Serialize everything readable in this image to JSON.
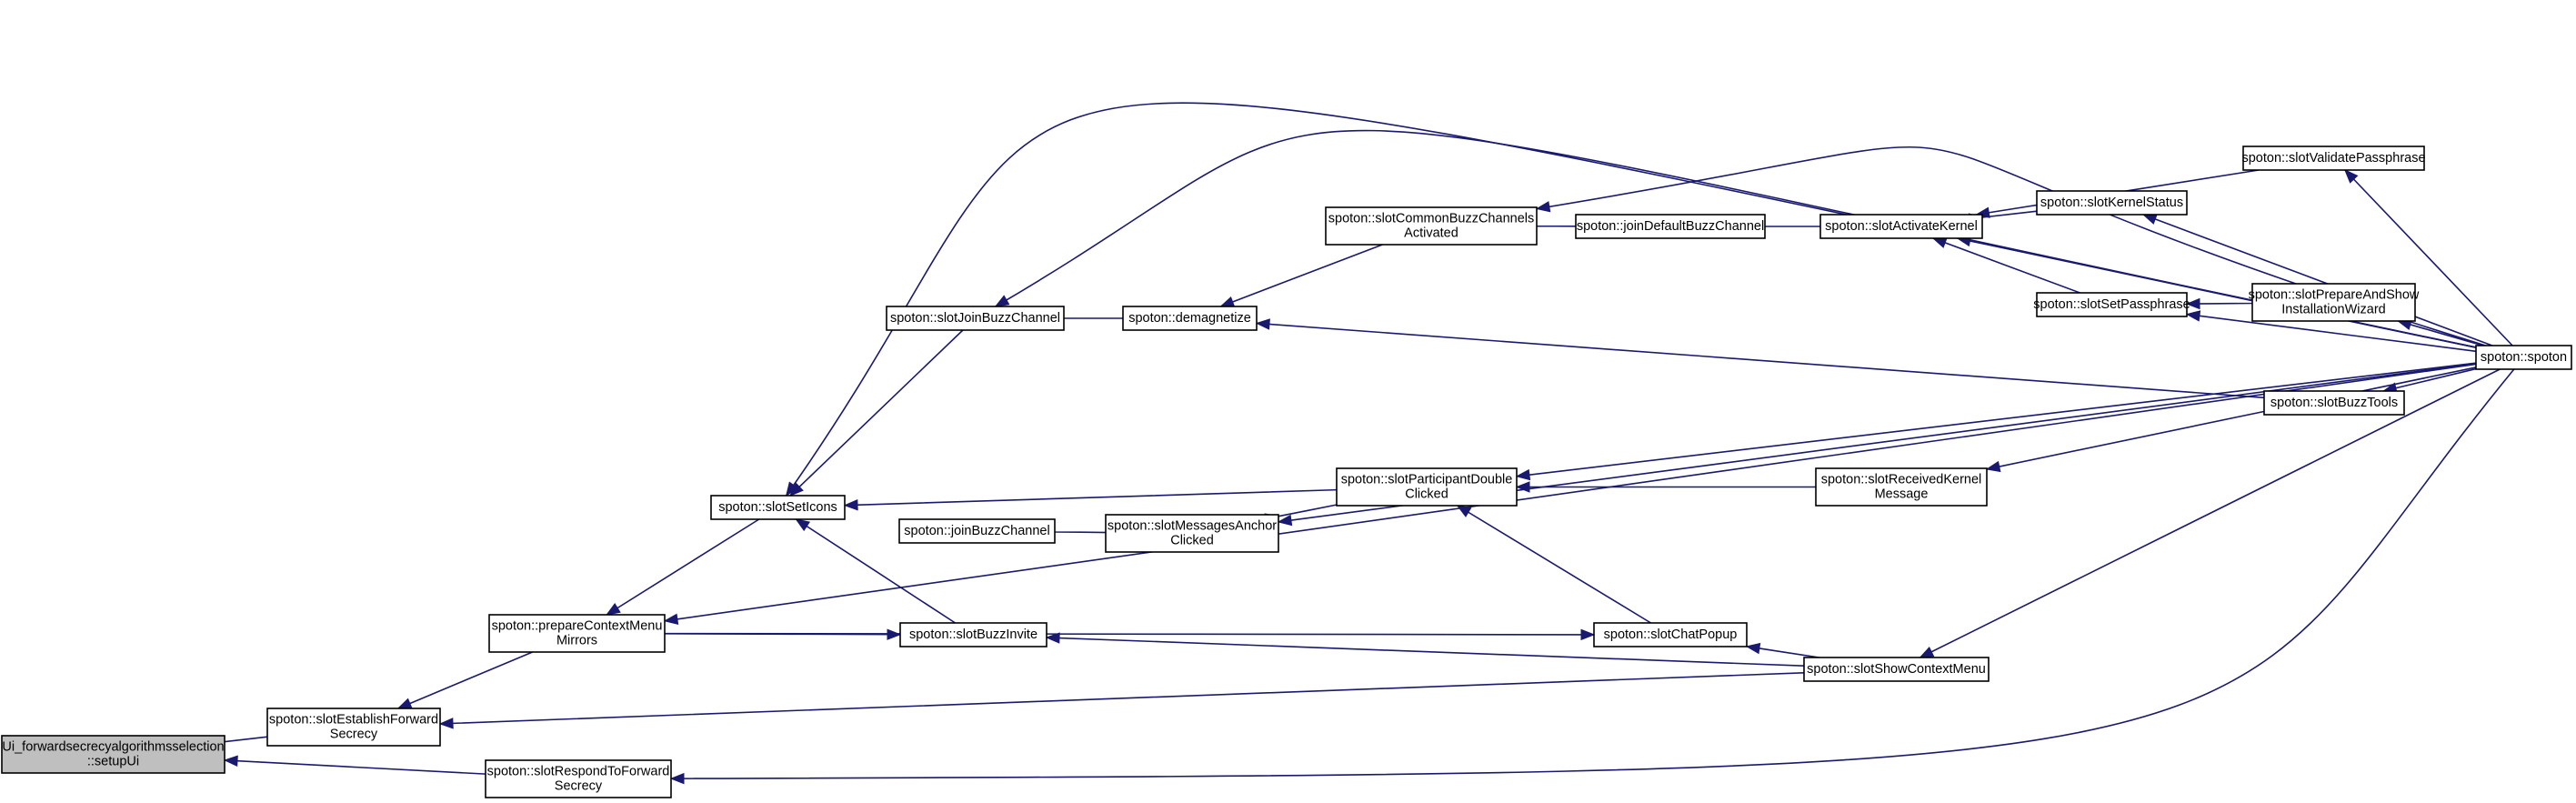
{
  "diagram": {
    "type": "call-graph",
    "colors": {
      "edge": "#191970",
      "node_border": "#000000",
      "node_fill": "#ffffff",
      "root_fill": "#bfbfbf"
    },
    "nodes": [
      {
        "id": "setupUi",
        "root": true,
        "lines": [
          "Ui_forwardsecrecyalgorithmsselection",
          "::setupUi"
        ]
      },
      {
        "id": "slotEstablishForwardSecrecy",
        "lines": [
          "spoton::slotEstablishForward",
          "Secrecy"
        ]
      },
      {
        "id": "slotRespondToForwardSecrecy",
        "lines": [
          "spoton::slotRespondToForward",
          "Secrecy"
        ]
      },
      {
        "id": "prepareContextMenuMirrors",
        "lines": [
          "spoton::prepareContextMenu",
          "Mirrors"
        ]
      },
      {
        "id": "slotSetIcons",
        "lines": [
          "spoton::slotSetIcons"
        ]
      },
      {
        "id": "slotJoinBuzzChannel",
        "lines": [
          "spoton::slotJoinBuzzChannel"
        ]
      },
      {
        "id": "joinBuzzChannel",
        "lines": [
          "spoton::joinBuzzChannel"
        ]
      },
      {
        "id": "slotBuzzInvite",
        "lines": [
          "spoton::slotBuzzInvite"
        ]
      },
      {
        "id": "demagnetize",
        "lines": [
          "spoton::demagnetize"
        ]
      },
      {
        "id": "slotMessagesAnchorClicked",
        "lines": [
          "spoton::slotMessagesAnchor",
          "Clicked"
        ]
      },
      {
        "id": "slotCommonBuzzChannelsActivated",
        "lines": [
          "spoton::slotCommonBuzzChannels",
          "Activated"
        ]
      },
      {
        "id": "slotParticipantDoubleClicked",
        "lines": [
          "spoton::slotParticipantDouble",
          "Clicked"
        ]
      },
      {
        "id": "joinDefaultBuzzChannel",
        "lines": [
          "spoton::joinDefaultBuzzChannel"
        ]
      },
      {
        "id": "slotChatPopup",
        "lines": [
          "spoton::slotChatPopup"
        ]
      },
      {
        "id": "slotActivateKernel",
        "lines": [
          "spoton::slotActivateKernel"
        ]
      },
      {
        "id": "slotReceivedKernelMessage",
        "lines": [
          "spoton::slotReceivedKernel",
          "Message"
        ]
      },
      {
        "id": "slotShowContextMenu",
        "lines": [
          "spoton::slotShowContextMenu"
        ]
      },
      {
        "id": "slotValidatePassphrase",
        "lines": [
          "spoton::slotValidatePassphrase"
        ]
      },
      {
        "id": "slotKernelStatus",
        "lines": [
          "spoton::slotKernelStatus"
        ]
      },
      {
        "id": "slotSetPassphrase",
        "lines": [
          "spoton::slotSetPassphrase"
        ]
      },
      {
        "id": "slotPrepareAndShowInstallationWizard",
        "lines": [
          "spoton::slotPrepareAndShow",
          "InstallationWizard"
        ]
      },
      {
        "id": "slotBuzzTools",
        "lines": [
          "spoton::slotBuzzTools"
        ]
      },
      {
        "id": "spoton",
        "lines": [
          "spoton::spoton"
        ]
      }
    ],
    "edges": [
      {
        "from": "slotEstablishForwardSecrecy",
        "to": "setupUi"
      },
      {
        "from": "slotRespondToForwardSecrecy",
        "to": "setupUi"
      },
      {
        "from": "prepareContextMenuMirrors",
        "to": "slotEstablishForwardSecrecy"
      },
      {
        "from": "slotShowContextMenu",
        "to": "slotEstablishForwardSecrecy"
      },
      {
        "from": "spoton",
        "to": "slotRespondToForwardSecrecy"
      },
      {
        "from": "slotSetIcons",
        "to": "prepareContextMenuMirrors"
      },
      {
        "from": "spoton",
        "to": "prepareContextMenuMirrors"
      },
      {
        "from": "slotJoinBuzzChannel",
        "to": "slotSetIcons"
      },
      {
        "from": "slotBuzzInvite",
        "to": "slotSetIcons"
      },
      {
        "from": "slotParticipantDoubleClicked",
        "to": "slotSetIcons"
      },
      {
        "from": "spoton",
        "to": "slotSetIcons"
      },
      {
        "from": "demagnetize",
        "to": "slotJoinBuzzChannel"
      },
      {
        "from": "spoton",
        "to": "slotJoinBuzzChannel"
      },
      {
        "from": "slotMessagesAnchorClicked",
        "to": "joinBuzzChannel"
      },
      {
        "from": "prepareContextMenuMirrors",
        "to": "slotBuzzInvite"
      },
      {
        "from": "slotShowContextMenu",
        "to": "slotBuzzInvite"
      },
      {
        "from": "slotCommonBuzzChannelsActivated",
        "to": "demagnetize"
      },
      {
        "from": "slotBuzzTools",
        "to": "demagnetize"
      },
      {
        "from": "slotParticipantDoubleClicked",
        "to": "slotMessagesAnchorClicked"
      },
      {
        "from": "spoton",
        "to": "slotMessagesAnchorClicked"
      },
      {
        "from": "joinDefaultBuzzChannel",
        "to": "slotCommonBuzzChannelsActivated"
      },
      {
        "from": "spoton",
        "to": "slotCommonBuzzChannelsActivated"
      },
      {
        "from": "slotChatPopup",
        "to": "slotParticipantDoubleClicked"
      },
      {
        "from": "slotReceivedKernelMessage",
        "to": "slotParticipantDoubleClicked"
      },
      {
        "from": "spoton",
        "to": "slotParticipantDoubleClicked"
      },
      {
        "from": "slotActivateKernel",
        "to": "joinDefaultBuzzChannel"
      },
      {
        "from": "prepareContextMenuMirrors",
        "to": "slotChatPopup"
      },
      {
        "from": "slotShowContextMenu",
        "to": "slotChatPopup"
      },
      {
        "from": "slotKernelStatus",
        "to": "slotActivateKernel"
      },
      {
        "from": "slotSetPassphrase",
        "to": "slotActivateKernel"
      },
      {
        "from": "slotValidatePassphrase",
        "to": "slotActivateKernel"
      },
      {
        "from": "spoton",
        "to": "slotActivateKernel"
      },
      {
        "from": "spoton",
        "to": "slotReceivedKernelMessage"
      },
      {
        "from": "spoton",
        "to": "slotShowContextMenu"
      },
      {
        "from": "spoton",
        "to": "slotValidatePassphrase"
      },
      {
        "from": "spoton",
        "to": "slotKernelStatus"
      },
      {
        "from": "slotPrepareAndShowInstallationWizard",
        "to": "slotSetPassphrase"
      },
      {
        "from": "spoton",
        "to": "slotSetPassphrase"
      },
      {
        "from": "spoton",
        "to": "slotPrepareAndShowInstallationWizard"
      },
      {
        "from": "spoton",
        "to": "slotBuzzTools"
      }
    ]
  }
}
